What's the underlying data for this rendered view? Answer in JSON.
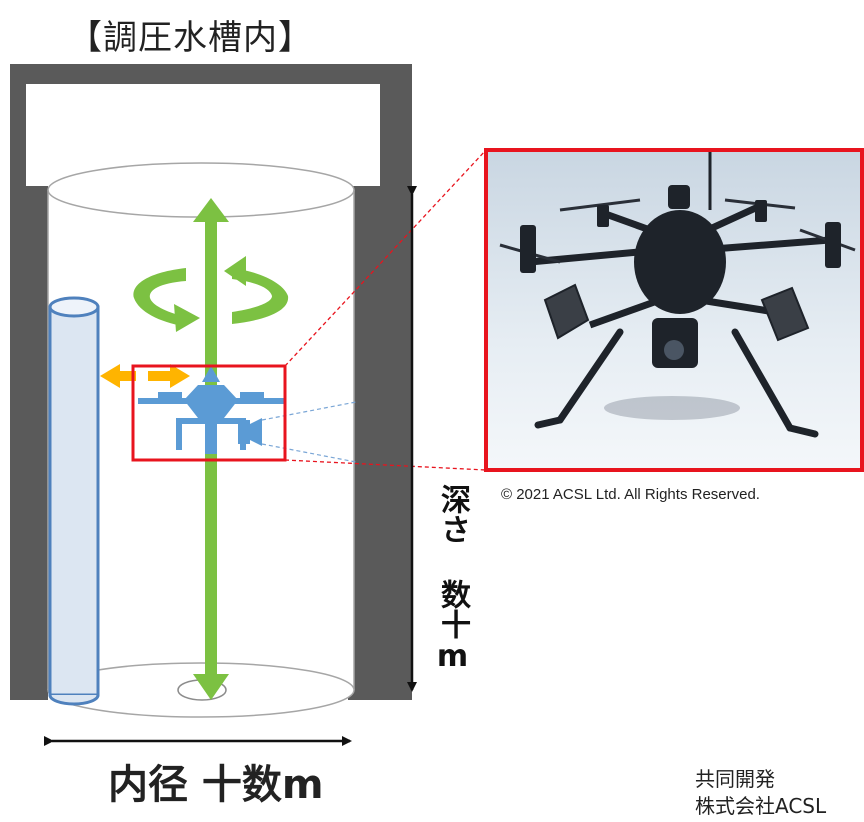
{
  "title": "【調圧水槽内】",
  "depth_label": "深さ 数十m",
  "diameter_label": "内径 十数m",
  "photo_credit": "© 2021 ACSL Ltd. All Rights Reserved.",
  "credit": {
    "line1": "共同開発",
    "line2": "株式会社ACSL"
  },
  "colors": {
    "shaft_wall": "#5a5a5a",
    "arrow_green": "#7cc142",
    "arrow_orange": "#ffb400",
    "drone_blue": "#5b9bd5",
    "highlight_red": "#e8141e",
    "pipe_fill": "#dce6f2",
    "pipe_stroke": "#4f81bd"
  },
  "icons": {
    "rotate": "rotate-arrows-icon",
    "drone": "drone-icon",
    "camera": "camera-icon"
  }
}
